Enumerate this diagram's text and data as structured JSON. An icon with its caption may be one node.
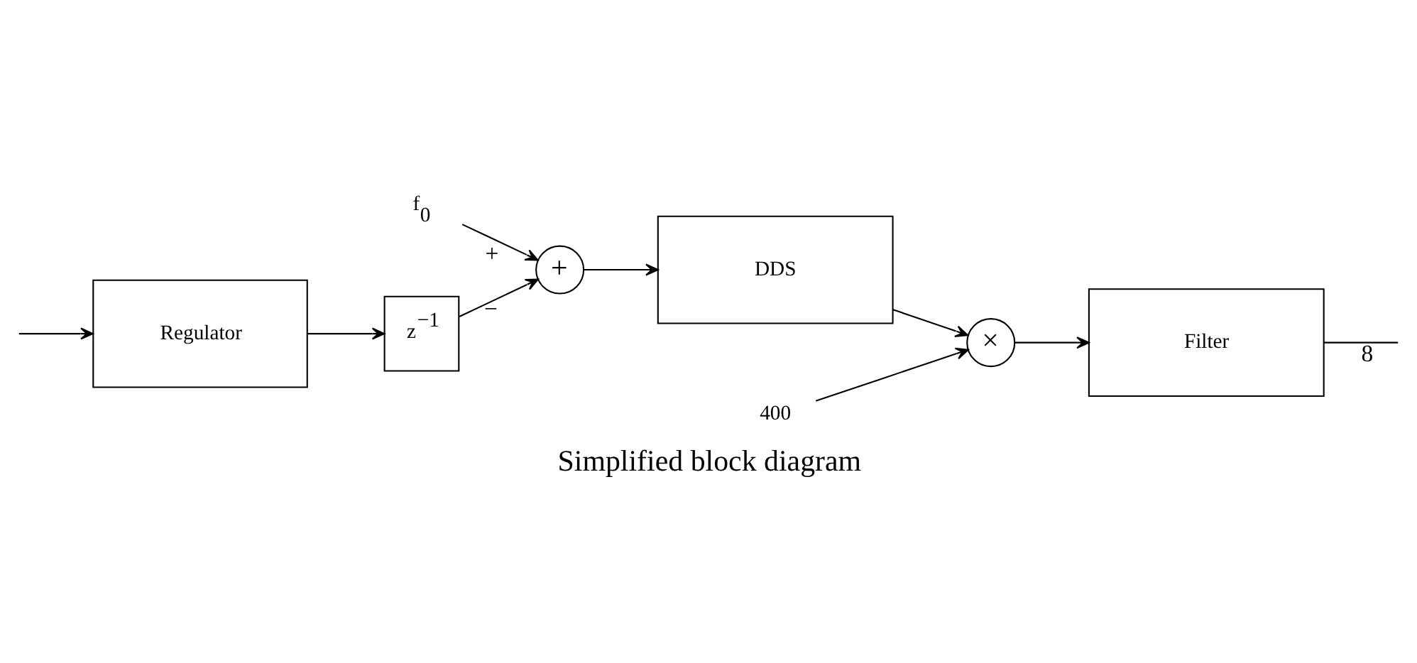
{
  "diagram": {
    "caption": "Simplified block diagram",
    "nodes": [
      {
        "text": [
          "f$_{0}$"
        ]
      },
      {
        "text": [
          "+"
        ]
      },
      {
        "text": [
          "DDS"
        ]
      },
      {
        "text": [
          "×"
        ]
      },
      {
        "text": [
          "400"
        ]
      },
      {
        "text": [
          "Filter"
        ]
      },
      {
        "text": [
          "Regulator"
        ]
      },
      {
        "text": [
          "z$^{−1}$"
        ]
      }
    ],
    "edges": [
      {
        "from": 0,
        "to": 1,
        "arrow": "to",
        "label": "+"
      },
      {
        "from": 1,
        "to": 2,
        "arrow": "to"
      },
      {
        "from": 2,
        "to": 3,
        "arrow": "to"
      },
      {
        "from": 4,
        "to": 3,
        "arrow": "to"
      },
      {
        "from": 3,
        "to": 5,
        "arrow": "to"
      },
      {
        "from": 5,
        "to": null,
        "arrow": "none",
        "label": "8"
      },
      {
        "from": null,
        "to": 6,
        "arrow": "to"
      },
      {
        "from": 6,
        "to": 7,
        "arrow": "to"
      },
      {
        "from": 7,
        "to": 1,
        "arrow": "to",
        "label": "−"
      }
    ]
  }
}
